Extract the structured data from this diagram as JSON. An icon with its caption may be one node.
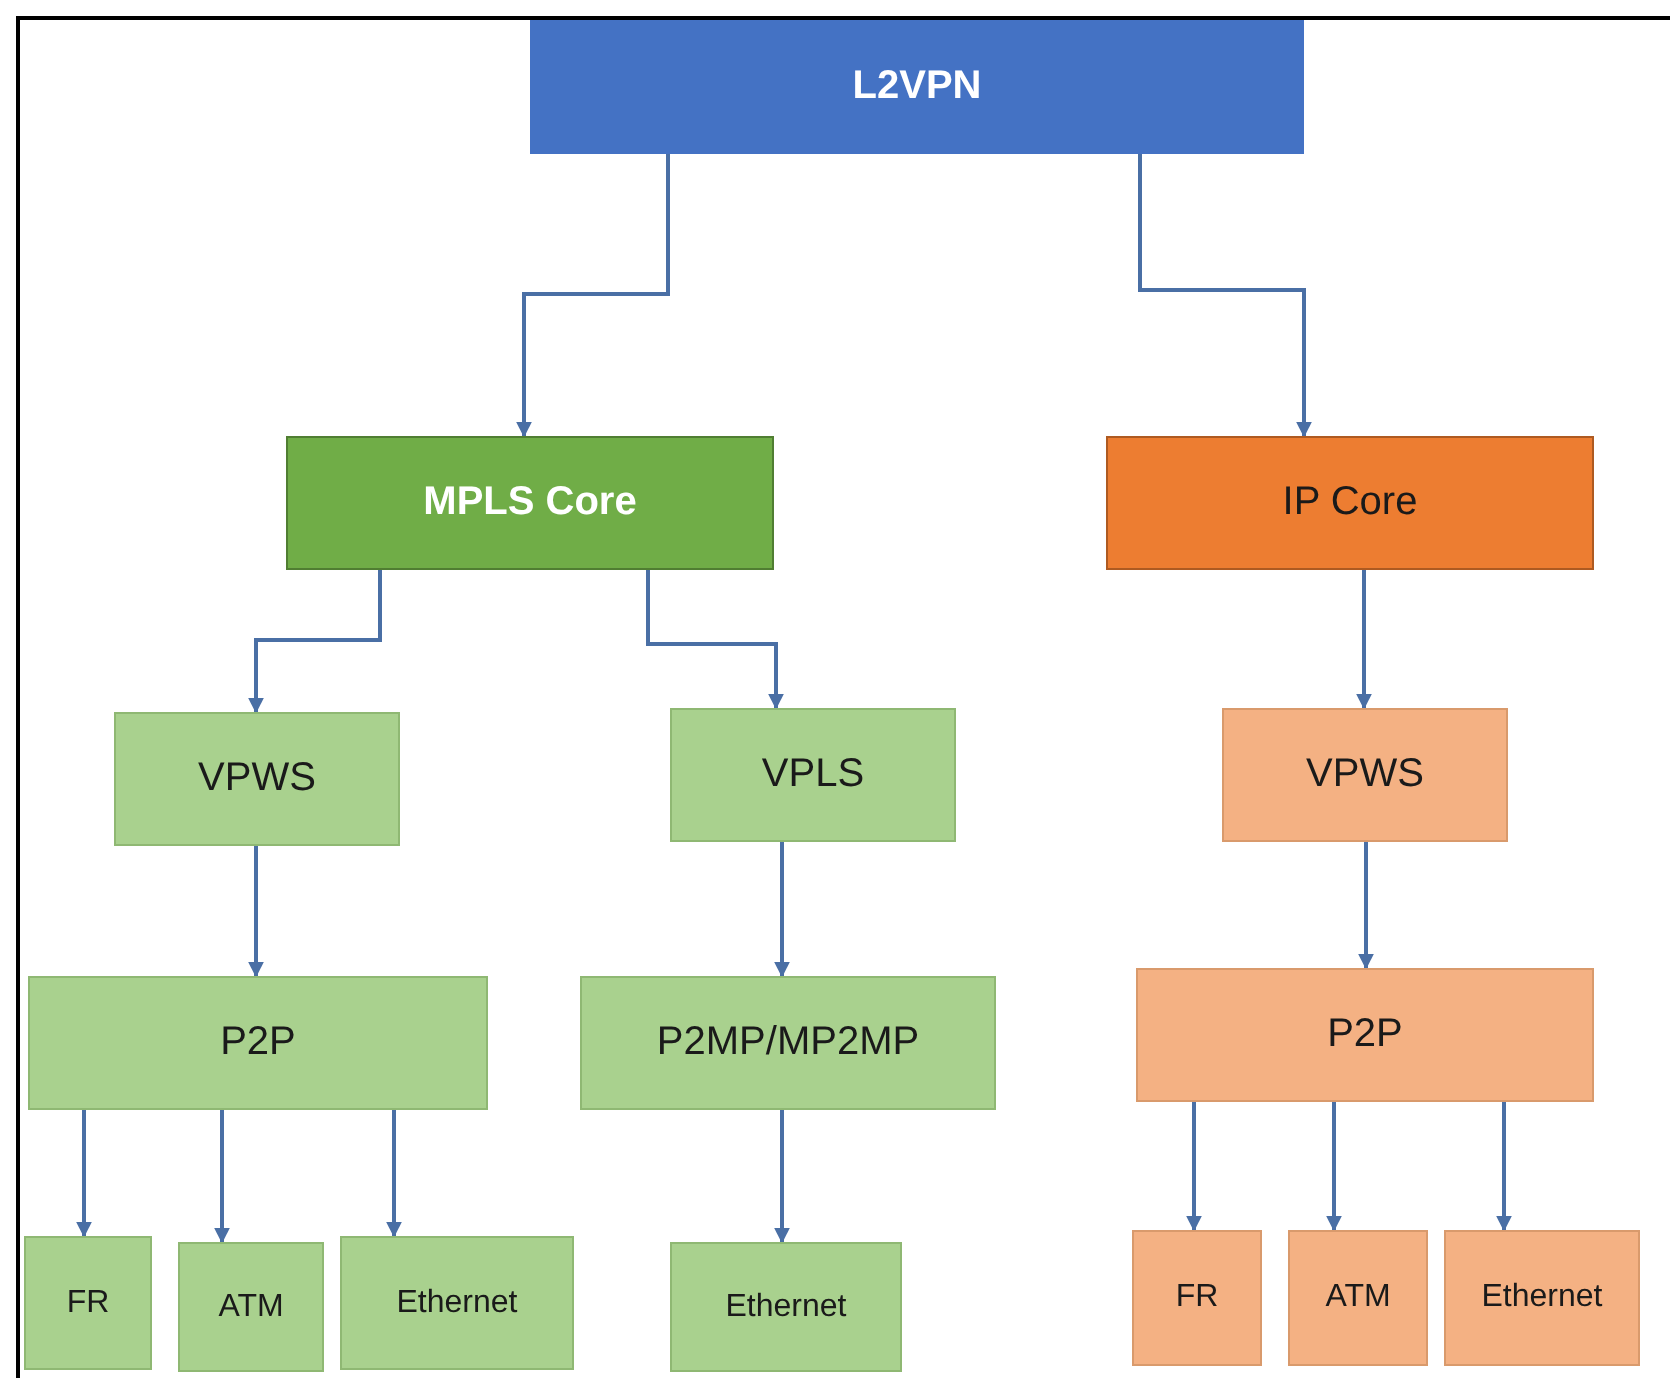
{
  "diagram": {
    "nodes": [
      {
        "text": [
          "L2VPN"
        ]
      },
      {
        "text": [
          "MPLS Core"
        ]
      },
      {
        "text": [
          "IP Core"
        ]
      },
      {
        "text": [
          "VPWS"
        ]
      },
      {
        "text": [
          "VPLS"
        ]
      },
      {
        "text": [
          "VPWS"
        ]
      },
      {
        "text": [
          "P2P"
        ]
      },
      {
        "text": [
          "P2MP/MP2MP"
        ]
      },
      {
        "text": [
          "P2P"
        ]
      },
      {
        "text": [
          "FR"
        ]
      },
      {
        "text": [
          "ATM"
        ]
      },
      {
        "text": [
          "Ethernet"
        ]
      },
      {
        "text": [
          "Ethernet"
        ]
      },
      {
        "text": [
          "FR"
        ]
      },
      {
        "text": [
          "ATM"
        ]
      },
      {
        "text": [
          "Ethernet"
        ]
      }
    ],
    "edges": [
      {
        "from": 0,
        "to": 1,
        "arrow": "to"
      },
      {
        "from": 0,
        "to": 2,
        "arrow": "to"
      },
      {
        "from": 1,
        "to": 3,
        "arrow": "to"
      },
      {
        "from": 1,
        "to": 4,
        "arrow": "to"
      },
      {
        "from": 2,
        "to": 5,
        "arrow": "to"
      },
      {
        "from": 3,
        "to": 6,
        "arrow": "to"
      },
      {
        "from": 4,
        "to": 7,
        "arrow": "to"
      },
      {
        "from": 5,
        "to": 8,
        "arrow": "to"
      },
      {
        "from": 6,
        "to": 9,
        "arrow": "to"
      },
      {
        "from": 6,
        "to": 10,
        "arrow": "to"
      },
      {
        "from": 6,
        "to": 11,
        "arrow": "to"
      },
      {
        "from": 7,
        "to": 12,
        "arrow": "to"
      },
      {
        "from": 8,
        "to": 13,
        "arrow": "to"
      },
      {
        "from": 8,
        "to": 14,
        "arrow": "to"
      },
      {
        "from": 8,
        "to": 15,
        "arrow": "to"
      }
    ]
  }
}
